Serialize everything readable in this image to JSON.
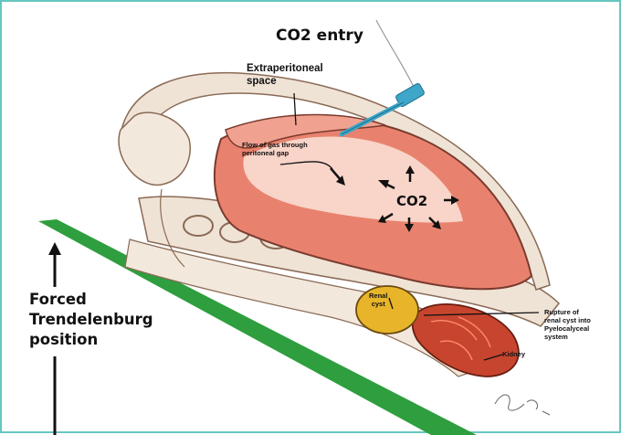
{
  "labels": {
    "co2_entry": "CO2 entry",
    "extraperitoneal_line1": "Extraperitoneal",
    "extraperitoneal_line2": "space",
    "flow_line1": "Flow of gas through",
    "flow_line2": "peritoneal gap",
    "co2_center": "CO2",
    "renal_cyst_line1": "Renal",
    "renal_cyst_line2": "cyst",
    "rupture_line1": "Rupture of",
    "rupture_line2": "renal cyst into",
    "rupture_line3": "Pyelocalyceal",
    "rupture_line4": "system",
    "kidney": "Kidney",
    "position_line1": "Forced",
    "position_line2": "Trendelenburg",
    "position_line3": "position"
  },
  "colors": {
    "border": "#66c7c0",
    "table_green": "#2e9e3e",
    "tissue_outline": "#8a6a55",
    "tissue_fill": "#efe3d6",
    "peritoneal_cavity": "#e8826e",
    "cavity_highlight": "#fbe3d8",
    "renal_cyst": "#e8b52a",
    "kidney": "#c7452e",
    "needle": "#3ea6c8"
  },
  "icons": [
    "arrow-up-icon",
    "arrow-down-icon",
    "co2-arrow-icons",
    "signature-mark"
  ]
}
